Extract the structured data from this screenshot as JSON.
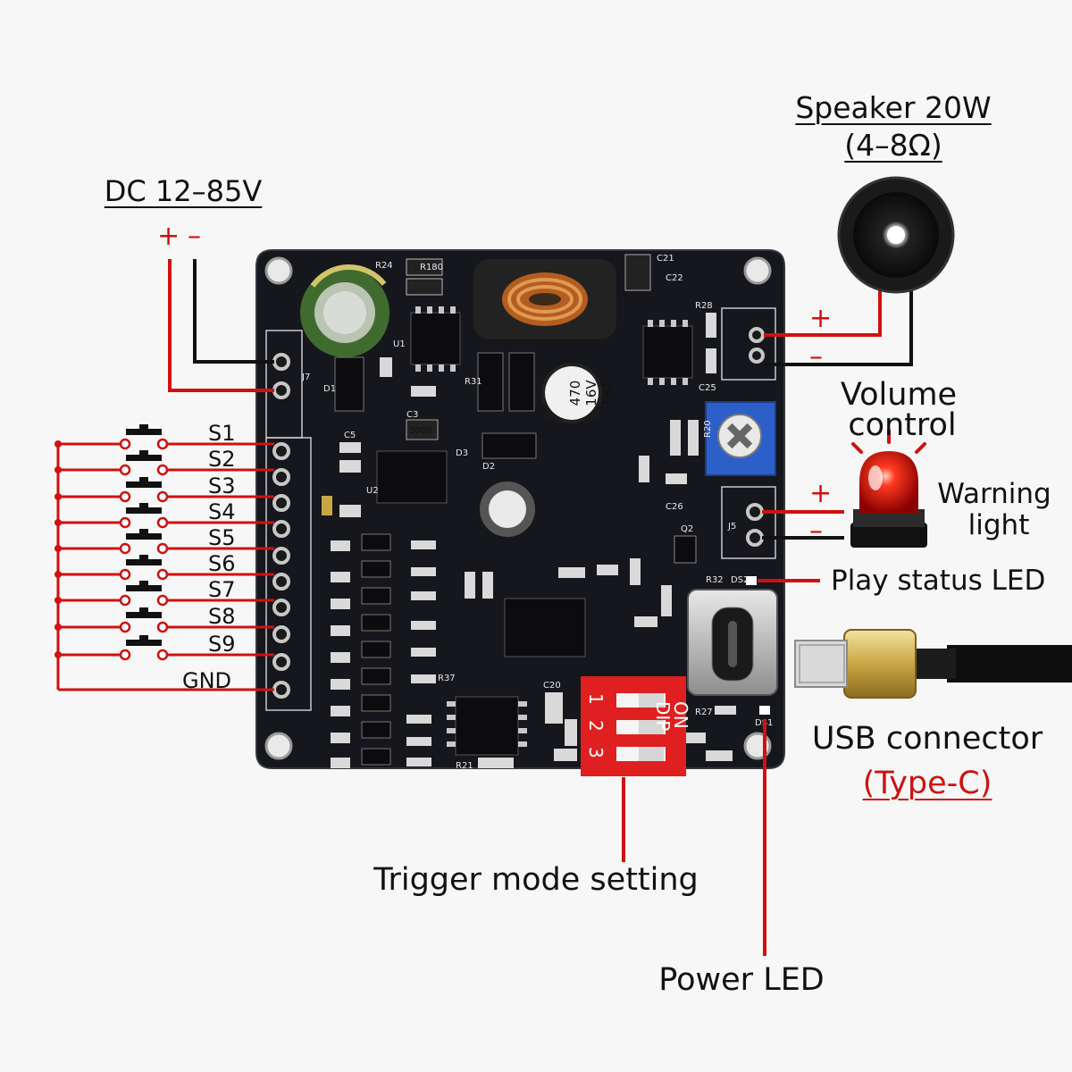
{
  "power": {
    "title": "DC 12–85V",
    "plus": "+",
    "minus": "–"
  },
  "speaker": {
    "title": "Speaker 20W",
    "impedance": "(4–8Ω)",
    "plus": "+",
    "minus": "–"
  },
  "volume": {
    "line1": "Volume",
    "line2": "control"
  },
  "warning": {
    "line1": "Warning",
    "line2": "light",
    "plus": "+",
    "minus": "–"
  },
  "play_led": {
    "label": "Play status LED"
  },
  "usb": {
    "label": "USB connector",
    "type": "(Type-C)"
  },
  "trigger": {
    "label": "Trigger mode setting"
  },
  "power_led": {
    "label": "Power LED"
  },
  "switches": [
    "S1",
    "S2",
    "S3",
    "S4",
    "S5",
    "S6",
    "S7",
    "S8",
    "S9"
  ],
  "gnd": "GND",
  "dip": {
    "on": "ON",
    "dip": "DIP",
    "n1": "1",
    "n2": "2",
    "n3": "3"
  },
  "board_marks": {
    "cap_big": "470",
    "cap_v": "16V",
    "cap_code": "FHT",
    "j7": "J7",
    "j5": "J5",
    "ds2": "DS2",
    "ds1": "DS1",
    "r32": "R32",
    "r24": "R24",
    "r180": "R180",
    "u1": "U1",
    "d1": "D1",
    "c3": "C3",
    "r31": "R31",
    "c21": "C21",
    "c22": "C22",
    "r28": "R28",
    "c25": "C25",
    "r20": "R20",
    "c26": "C26",
    "q2": "Q2",
    "u2": "U2",
    "c5": "C5",
    "d2": "D2",
    "d3": "D3",
    "ic_text": "3000",
    "r37": "R37",
    "r27": "R27",
    "r21": "R21",
    "c20": "C20"
  },
  "colors": {
    "wire_red": "#d11010",
    "wire_black": "#111111",
    "board": "#15171c",
    "dip_red": "#e02020"
  }
}
